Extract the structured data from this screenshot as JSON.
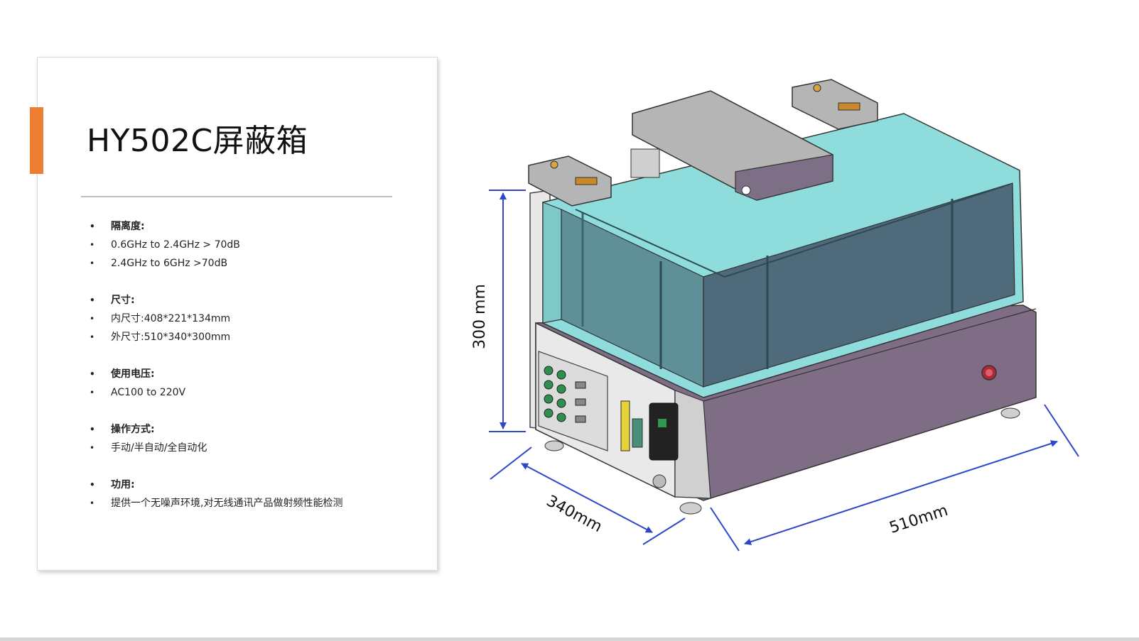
{
  "title": "HY502C屏蔽箱",
  "specs": {
    "isolation_label": "隔离度:",
    "isolation_1": "0.6GHz to 2.4GHz > 70dB",
    "isolation_2": "2.4GHz to 6GHz >70dB",
    "size_label": "尺寸:",
    "size_inner": "内尺寸:408*221*134mm",
    "size_outer": "外尺寸:510*340*300mm",
    "voltage_label": "使用电压:",
    "voltage_value": "AC100 to 220V",
    "operation_label": "操作方式:",
    "operation_value": "手动/半自动/全自动化",
    "function_label": "功用:",
    "function_value": "提供一个无噪声环境,对无线通讯产品做射频性能检测"
  },
  "dimensions": {
    "height": "300 mm",
    "depth": "340mm",
    "width": "510mm"
  },
  "colors": {
    "accent": "#ed7d31",
    "dimension_line": "#2e46c8",
    "cover": "#4f6a7a",
    "cover_highlight": "#8fdcdc",
    "base": "#7f6d85"
  }
}
